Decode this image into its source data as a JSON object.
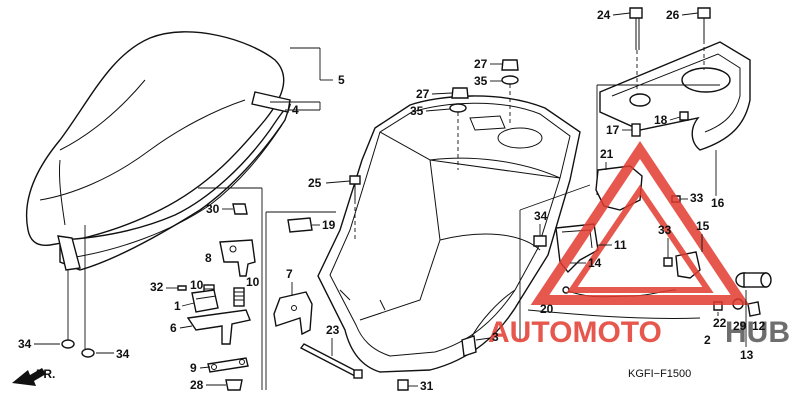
{
  "diagram": {
    "code": "KGFI−F1500",
    "front_arrow_label": "FR.",
    "watermark": {
      "text_red": "AUTOMOTO",
      "text_gray": "HUB",
      "red": "#e23b2e",
      "gray": "#555555"
    },
    "callouts": {
      "c1": "1",
      "c2": "2",
      "c3": "3",
      "c4": "4",
      "c5": "5",
      "c6": "6",
      "c7": "7",
      "c8": "8",
      "c9": "9",
      "c10a": "10",
      "c10b": "10",
      "c11": "11",
      "c12": "12",
      "c13": "13",
      "c14": "14",
      "c15": "15",
      "c16": "16",
      "c17": "17",
      "c18": "18",
      "c19": "19",
      "c20": "20",
      "c21": "21",
      "c22": "22",
      "c23": "23",
      "c24": "24",
      "c25": "25",
      "c26": "26",
      "c27a": "27",
      "c27b": "27",
      "c28": "28",
      "c29": "29",
      "c30": "30",
      "c31": "31",
      "c32": "32",
      "c33a": "33",
      "c33b": "33",
      "c34a": "34",
      "c34b": "34",
      "c34c": "34",
      "c35a": "35",
      "c35b": "35"
    }
  }
}
